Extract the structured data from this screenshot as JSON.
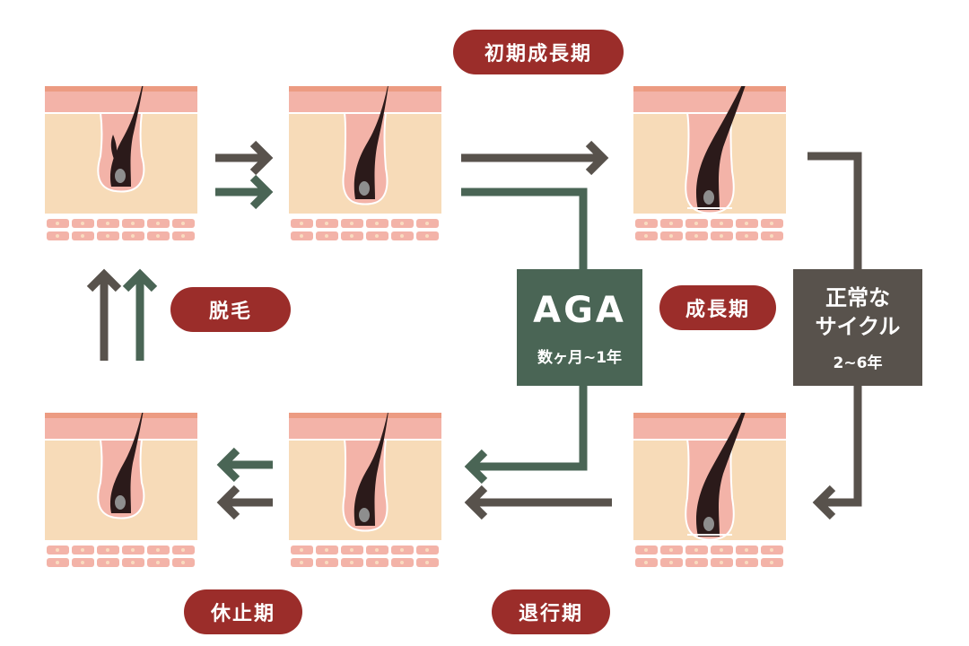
{
  "labels": {
    "early_anagen": "初期成長期",
    "anagen": "成長期",
    "shedding": "脱毛",
    "telogen": "休止期",
    "catagen": "退行期"
  },
  "aga_box": {
    "title": "AGA",
    "duration": "数ヶ月~1年"
  },
  "normal_box": {
    "title_line1": "正常な",
    "title_line2": "サイクル",
    "duration": "2~6年"
  },
  "colors": {
    "aga_green": "#4a6555",
    "normal_gray": "#58524c",
    "label_red": "#9b2d2a",
    "skin_beige": "#f7dbb8",
    "epidermis_pink": "#f3b3a8",
    "surface_salmon": "#ec9b82",
    "hair_dark": "#2b1a1a"
  }
}
